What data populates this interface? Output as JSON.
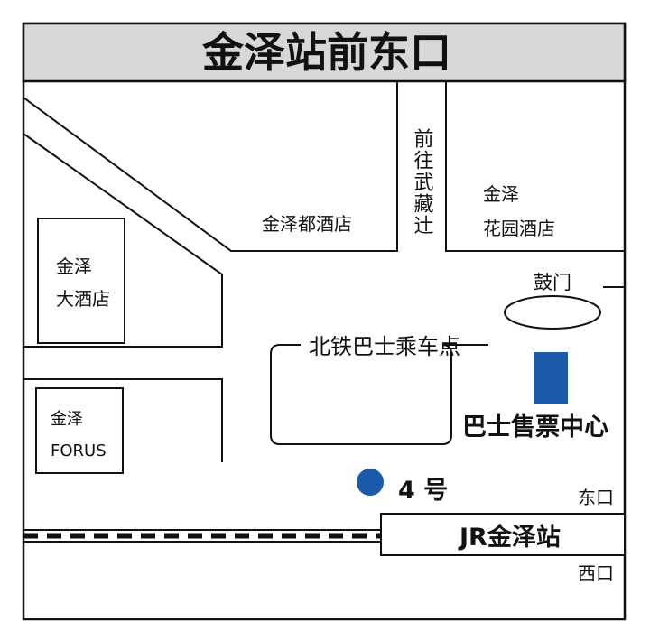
{
  "title": "金泽站前东口",
  "labels": {
    "road_north": "前往武藏辻",
    "jinze_doujiudian": "金泽都酒店",
    "hanayuen_line1": "金泽",
    "hanayuen_line2": "花园酒店",
    "daijiudian_line1": "金泽",
    "daijiudian_line2": "大酒店",
    "forus_line1": "金泽",
    "forus_line2": "FORUS",
    "gumen": "鼓门",
    "bus_stop": "北铁巴士乘车点",
    "ticket_center": "巴士售票中心",
    "stop_number": "4 号",
    "east_exit": "东口",
    "jr_station": "JR金泽站",
    "west_exit": "西口"
  },
  "colors": {
    "marker": "#1a5aa8",
    "title_bar": "#d8d8d8",
    "line": "#111111"
  }
}
